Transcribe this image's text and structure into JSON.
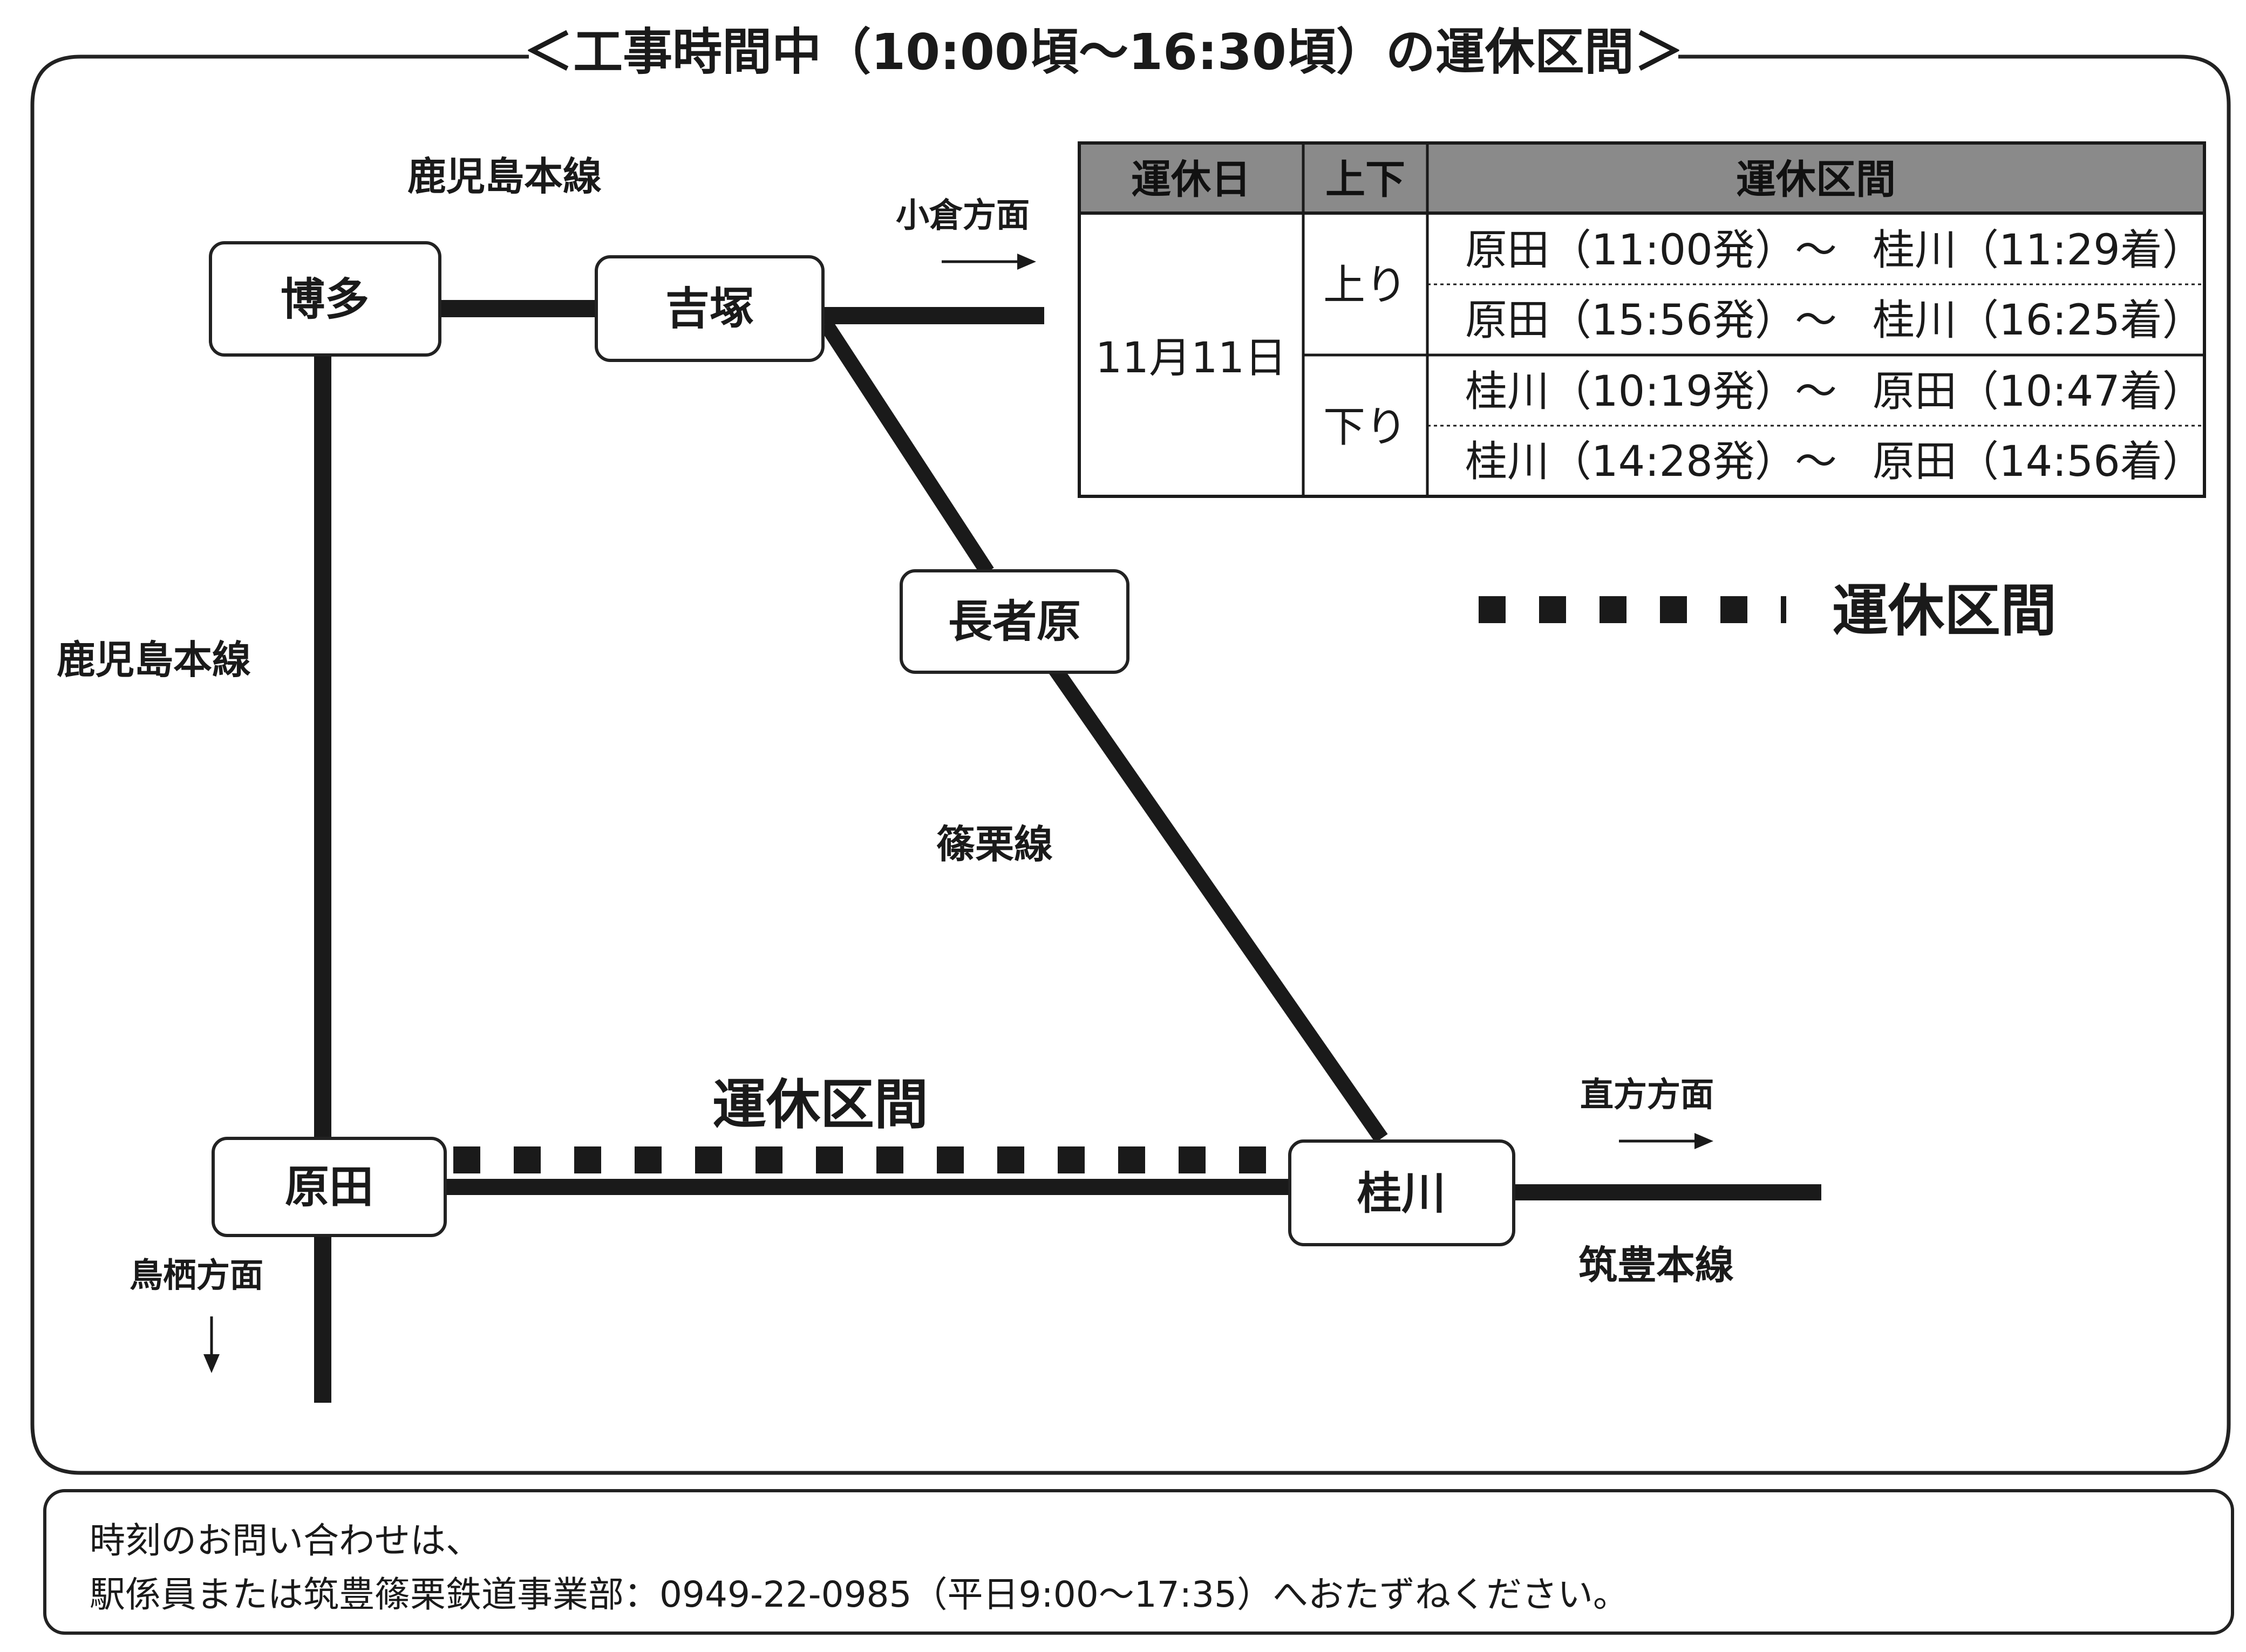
{
  "title": "＜工事時間中（10:00頃〜16:30頃）の運休区間＞",
  "lines": {
    "kagoshima_top": "鹿児島本線",
    "kagoshima_left": "鹿児島本線",
    "sasaguri": "篠栗線",
    "chikuho": "筑豊本線"
  },
  "directions": {
    "kokura": "小倉方面",
    "nogata": "直方方面",
    "tosu": "鳥栖方面"
  },
  "stations": {
    "hakata": "博多",
    "yoshizuka": "吉塚",
    "chojabaru": "長者原",
    "harada": "原田",
    "keisen": "桂川"
  },
  "suspended_label": "運休区間",
  "legend_label": "運休区間",
  "table": {
    "headers": {
      "date": "運休日",
      "direction": "上下",
      "section": "運休区間"
    },
    "date": "11月11日",
    "groups": [
      {
        "direction": "上り",
        "rows": [
          {
            "from": "原田（11:00発）",
            "sep": "〜",
            "to": "桂川（11:29着）"
          },
          {
            "from": "原田（15:56発）",
            "sep": "〜",
            "to": "桂川（16:25着）"
          }
        ]
      },
      {
        "direction": "下り",
        "rows": [
          {
            "from": "桂川（10:19発）",
            "sep": "〜",
            "to": "原田（10:47着）"
          },
          {
            "from": "桂川（14:28発）",
            "sep": "〜",
            "to": "原田（14:56着）"
          }
        ]
      }
    ]
  },
  "footer": {
    "line1": "時刻のお問い合わせは、",
    "line2": "駅係員または筑豊篠栗鉄道事業部：0949-22-0985（平日9:00〜17:35）へおたずねください。"
  }
}
